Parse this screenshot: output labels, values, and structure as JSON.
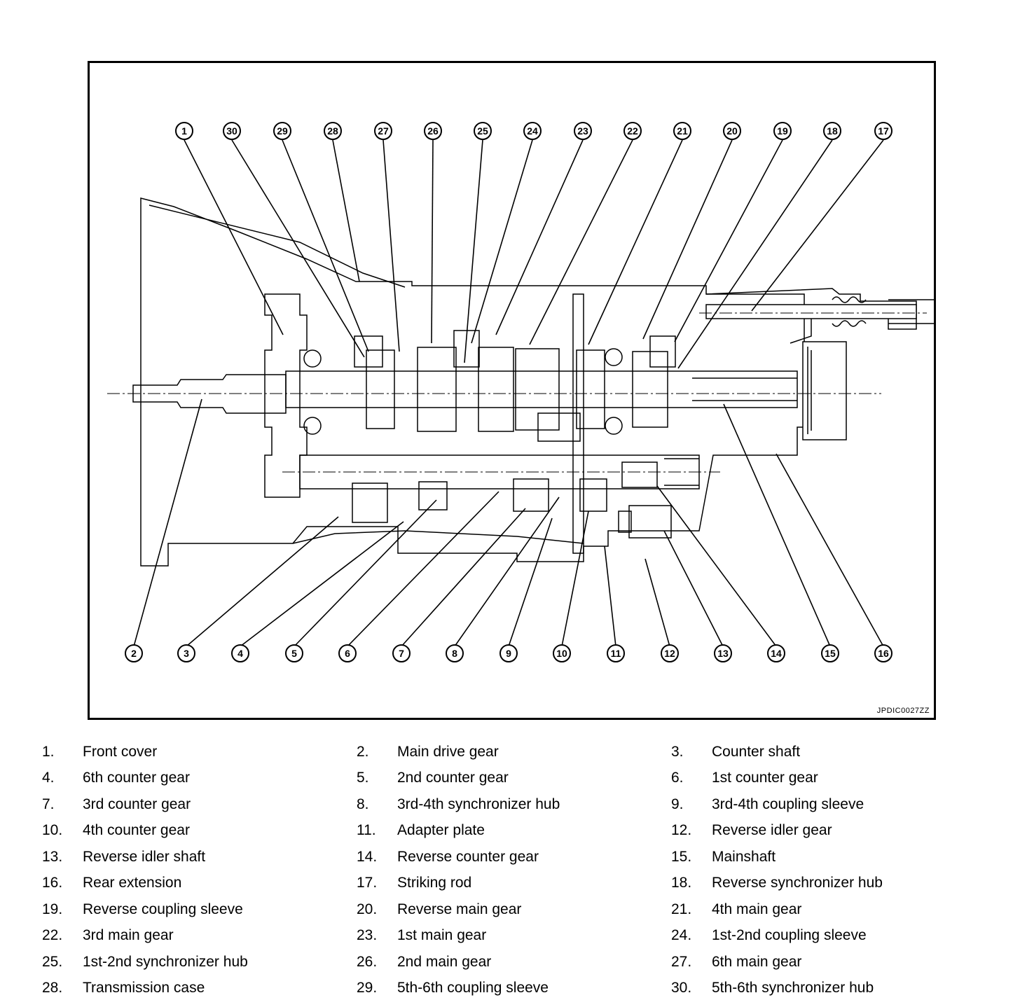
{
  "figure": {
    "figure_id": "JPDIC0027ZZ",
    "callouts_top": [
      "1",
      "30",
      "29",
      "28",
      "27",
      "26",
      "25",
      "24",
      "23",
      "22",
      "21",
      "20",
      "19",
      "18",
      "17"
    ],
    "callouts_bottom": [
      "2",
      "3",
      "4",
      "5",
      "6",
      "7",
      "8",
      "9",
      "10",
      "11",
      "12",
      "13",
      "14",
      "15",
      "16"
    ]
  },
  "legend": {
    "items": [
      {
        "num": "1.",
        "label": "Front cover"
      },
      {
        "num": "2.",
        "label": "Main drive gear"
      },
      {
        "num": "3.",
        "label": "Counter shaft"
      },
      {
        "num": "4.",
        "label": "6th counter gear"
      },
      {
        "num": "5.",
        "label": "2nd counter gear"
      },
      {
        "num": "6.",
        "label": "1st counter gear"
      },
      {
        "num": "7.",
        "label": "3rd counter gear"
      },
      {
        "num": "8.",
        "label": "3rd-4th synchronizer hub"
      },
      {
        "num": "9.",
        "label": "3rd-4th coupling sleeve"
      },
      {
        "num": "10.",
        "label": "4th counter gear"
      },
      {
        "num": "11.",
        "label": "Adapter plate"
      },
      {
        "num": "12.",
        "label": "Reverse idler gear"
      },
      {
        "num": "13.",
        "label": "Reverse idler shaft"
      },
      {
        "num": "14.",
        "label": "Reverse counter gear"
      },
      {
        "num": "15.",
        "label": "Mainshaft"
      },
      {
        "num": "16.",
        "label": "Rear extension"
      },
      {
        "num": "17.",
        "label": "Striking rod"
      },
      {
        "num": "18.",
        "label": "Reverse synchronizer hub"
      },
      {
        "num": "19.",
        "label": "Reverse coupling sleeve"
      },
      {
        "num": "20.",
        "label": "Reverse main gear"
      },
      {
        "num": "21.",
        "label": "4th main gear"
      },
      {
        "num": "22.",
        "label": "3rd main gear"
      },
      {
        "num": "23.",
        "label": "1st main gear"
      },
      {
        "num": "24.",
        "label": "1st-2nd coupling sleeve"
      },
      {
        "num": "25.",
        "label": "1st-2nd synchronizer hub"
      },
      {
        "num": "26.",
        "label": "2nd main gear"
      },
      {
        "num": "27.",
        "label": "6th main gear"
      },
      {
        "num": "28.",
        "label": "Transmission case"
      },
      {
        "num": "29.",
        "label": "5th-6th coupling sleeve"
      },
      {
        "num": "30.",
        "label": "5th-6th synchronizer hub"
      }
    ]
  }
}
